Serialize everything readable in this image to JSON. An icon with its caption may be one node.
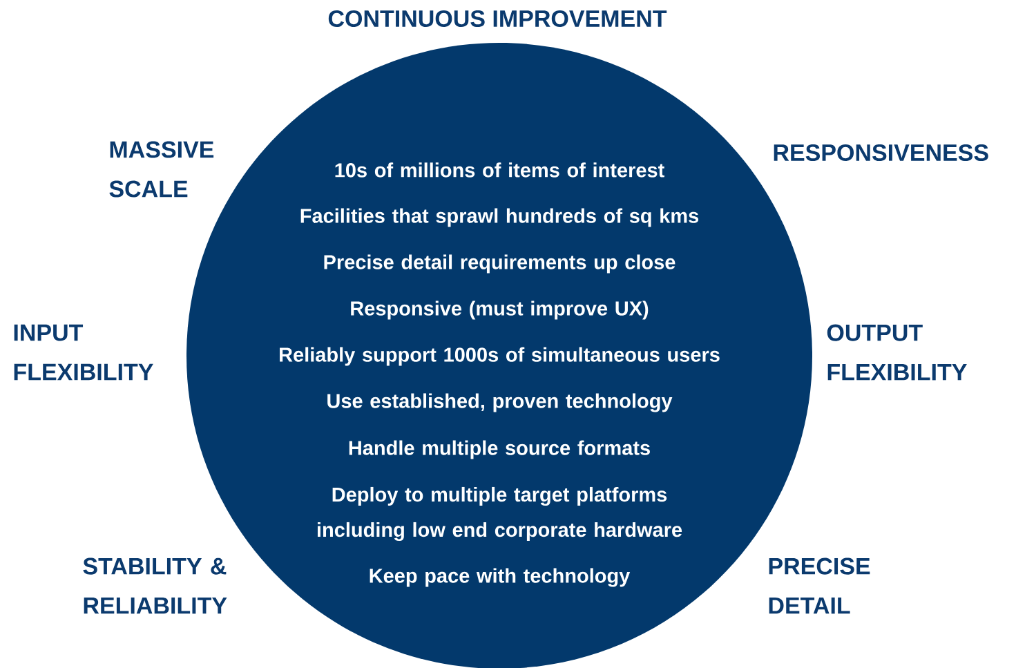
{
  "diagram": {
    "title": "CONTINUOUS IMPROVEMENT",
    "nodes": [
      {
        "text": [
          "10s of millions of items of interest",
          "Facilities that sprawl hundreds of sq kms",
          "Precise detail requirements up close",
          "Responsive (must improve UX)",
          "Reliably support 1000s of simultaneous users",
          "Use established, proven technology",
          "Handle multiple source formats",
          "Deploy to multiple target platforms including low end corporate hardware",
          "Keep pace with technology"
        ]
      }
    ],
    "labels": [
      "MASSIVE SCALE",
      "RESPONSIVENESS",
      "INPUT FLEXIBILITY",
      "OUTPUT FLEXIBILITY",
      "STABILITY & RELIABILITY",
      "PRECISE DETAIL"
    ]
  }
}
